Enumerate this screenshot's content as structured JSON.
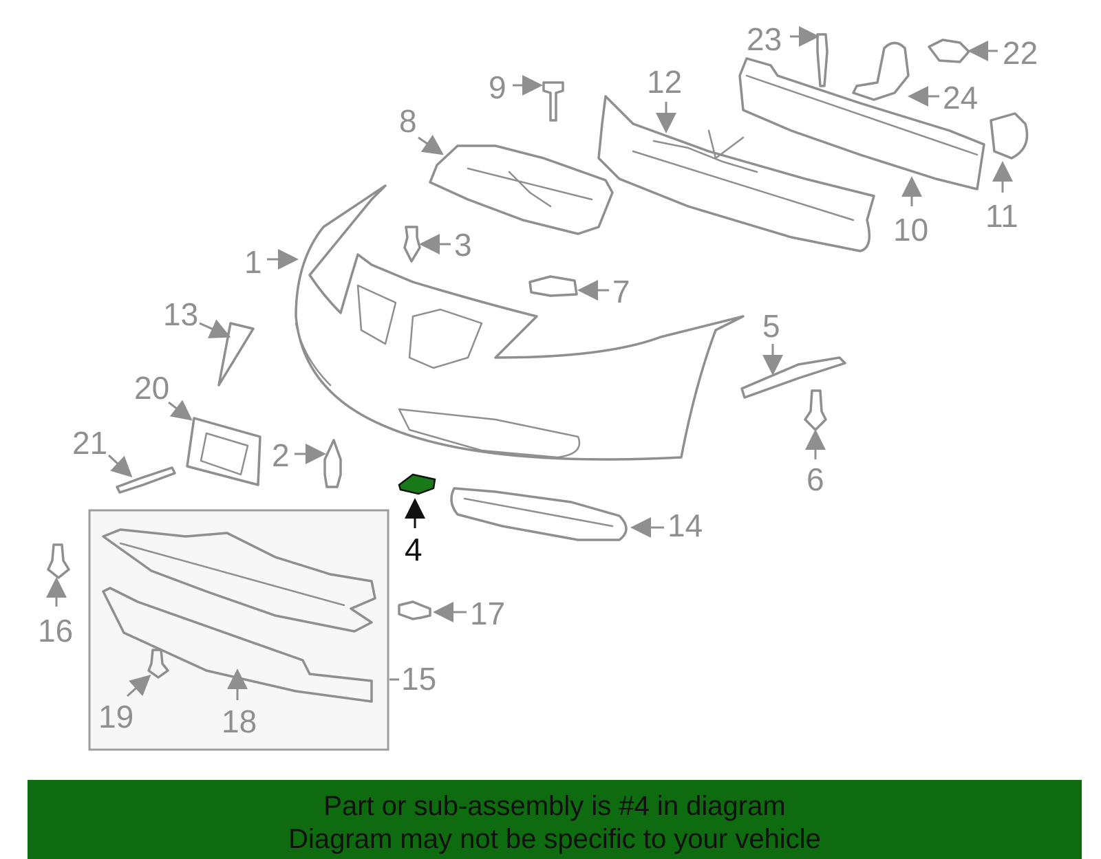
{
  "diagram": {
    "callouts": [
      {
        "id": "1",
        "label": "1"
      },
      {
        "id": "2",
        "label": "2"
      },
      {
        "id": "3",
        "label": "3"
      },
      {
        "id": "4",
        "label": "4",
        "highlighted": true
      },
      {
        "id": "5",
        "label": "5"
      },
      {
        "id": "6",
        "label": "6"
      },
      {
        "id": "7",
        "label": "7"
      },
      {
        "id": "8",
        "label": "8"
      },
      {
        "id": "9",
        "label": "9"
      },
      {
        "id": "10",
        "label": "10"
      },
      {
        "id": "11",
        "label": "11"
      },
      {
        "id": "12",
        "label": "12"
      },
      {
        "id": "13",
        "label": "13"
      },
      {
        "id": "14",
        "label": "14"
      },
      {
        "id": "15",
        "label": "15"
      },
      {
        "id": "16",
        "label": "16"
      },
      {
        "id": "17",
        "label": "17"
      },
      {
        "id": "18",
        "label": "18"
      },
      {
        "id": "19",
        "label": "19"
      },
      {
        "id": "20",
        "label": "20"
      },
      {
        "id": "21",
        "label": "21"
      },
      {
        "id": "22",
        "label": "22"
      },
      {
        "id": "23",
        "label": "23"
      },
      {
        "id": "24",
        "label": "24"
      }
    ],
    "colors": {
      "line": "#8f8f8f",
      "highlight_part": "#1a7a1a",
      "banner_bg": "#0f6b0f"
    }
  },
  "banner": {
    "line1": "Part or sub-assembly is #4 in diagram",
    "line2": "Diagram may not be specific to your vehicle"
  }
}
